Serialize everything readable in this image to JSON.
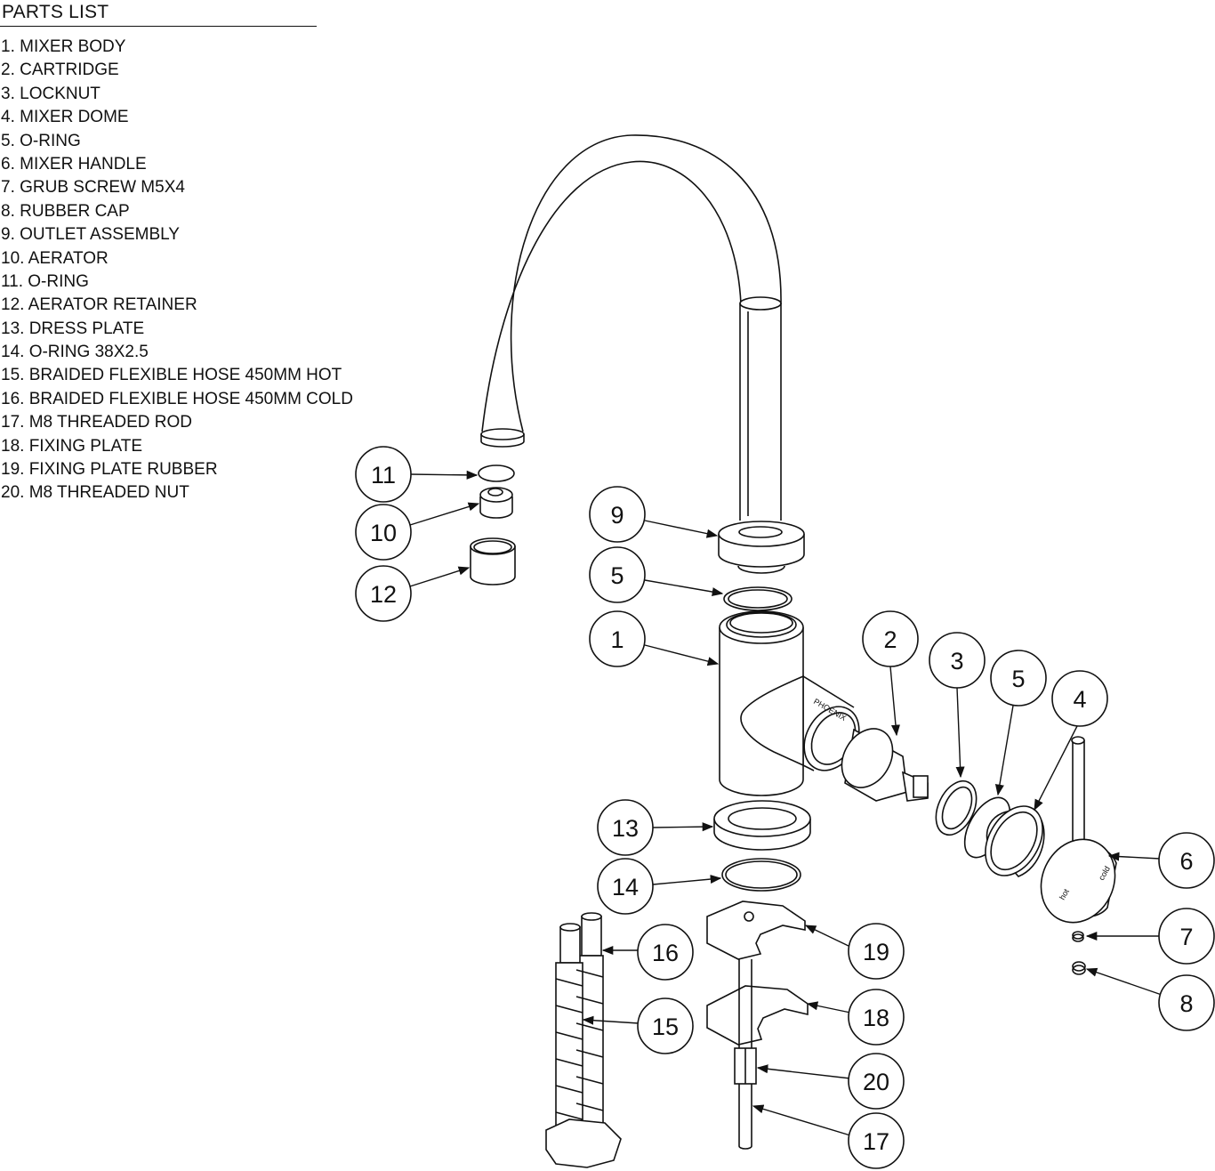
{
  "parts_list": {
    "title": "PARTS LIST",
    "items": [
      "1. MIXER BODY",
      "2. CARTRIDGE",
      "3. LOCKNUT",
      "4. MIXER DOME",
      "5. O-RING",
      "6. MIXER HANDLE",
      "7. GRUB SCREW M5X4",
      "8. RUBBER CAP",
      "9. OUTLET ASSEMBLY",
      "10. AERATOR",
      "11. O-RING",
      "12. AERATOR RETAINER",
      "13. DRESS PLATE",
      "14. O-RING 38X2.5",
      "15. BRAIDED FLEXIBLE HOSE 450MM HOT",
      "16. BRAIDED FLEXIBLE HOSE 450MM COLD",
      "17. M8 THREADED ROD",
      "18. FIXING PLATE",
      "19. FIXING PLATE RUBBER",
      "20. M8 THREADED NUT"
    ]
  },
  "callouts": [
    "11",
    "10",
    "12",
    "9",
    "5",
    "1",
    "2",
    "3",
    "5",
    "4",
    "6",
    "7",
    "8",
    "13",
    "14",
    "16",
    "15",
    "19",
    "18",
    "20",
    "17"
  ],
  "handle_marks": {
    "hot": "hot",
    "cold": "cold"
  },
  "body_mark": "PHOENIX"
}
